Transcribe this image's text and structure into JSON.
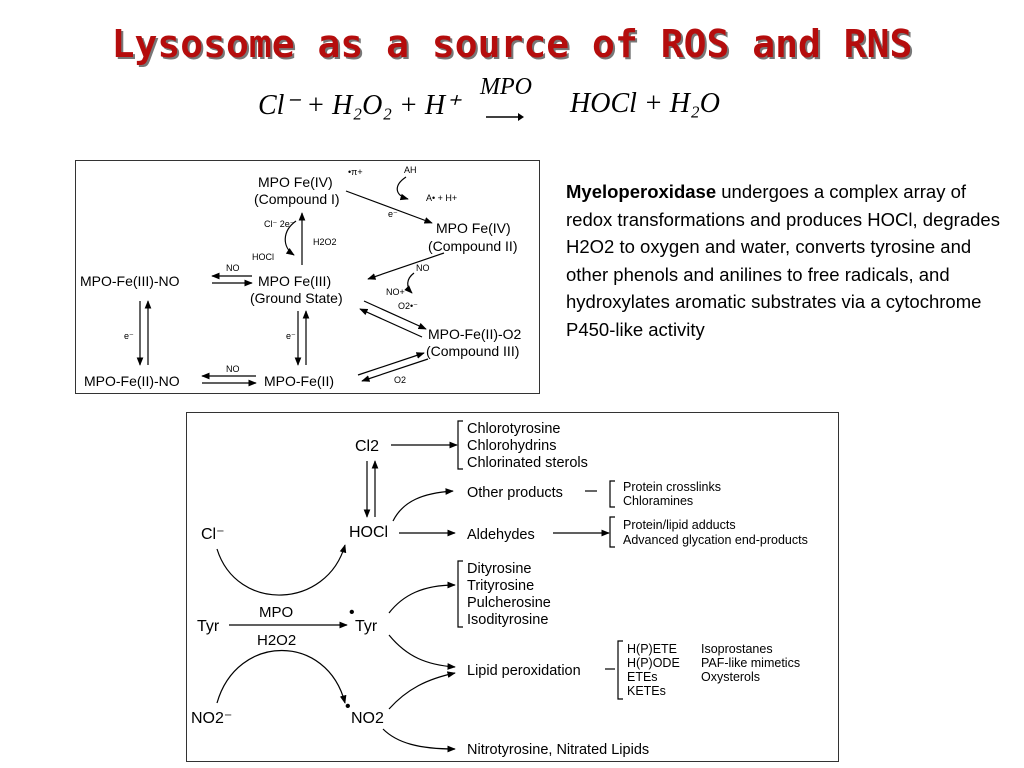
{
  "title": "Lysosome as a source of ROS and RNS",
  "equation": {
    "left": "Cl⁻ + H₂O₂ + H⁺",
    "catalyst": "MPO",
    "right": "HOCl + H₂O"
  },
  "description": {
    "bold_term": "Myeloperoxidase",
    "text": "undergoes a complex array of redox transformations and produces HOCl, degrades H2O2 to oxygen and water, converts tyrosine and other phenols and anilines to free radicals, and hydroxylates aromatic substrates via a cytochrome P450-like activity"
  },
  "cycle": {
    "compound1": "MPO Fe(IV)",
    "compound1_sub": "(Compound I)",
    "compound2": "MPO Fe(IV)",
    "compound2_sub": "(Compound II)",
    "ground": "MPO Fe(III)",
    "ground_sub": "(Ground State)",
    "fe3no": "MPO-Fe(III)-NO",
    "fe2no": "MPO-Fe(II)-NO",
    "fe2": "MPO-Fe(II)",
    "fe2o2": "MPO-Fe(II)-O2",
    "compound3_sub": "(Compound III)",
    "label_pi": "•π+",
    "label_ah": "AH",
    "label_a": "A• + H+",
    "label_e": "e⁻",
    "label_cl": "Cl⁻ 2e⁻",
    "label_hocl": "HOCl",
    "label_h2o2": "H2O2",
    "label_no": "NO",
    "label_noplus": "NO+",
    "label_o2minus": "O2•⁻",
    "label_o2": "O2"
  },
  "reactions": {
    "cl2": "Cl2",
    "cl_minus": "Cl⁻",
    "hocl": "HOCl",
    "tyr": "Tyr",
    "tyr_radical": "Tyr",
    "mpo": "MPO",
    "h2o2": "H2O2",
    "no2minus": "NO2⁻",
    "no2radical": "NO2",
    "chlorinated": [
      "Chlorotyrosine",
      "Chlorohydrins",
      "Chlorinated sterols"
    ],
    "other_products": "Other products",
    "other_list": [
      "Protein crosslinks",
      "Chloramines"
    ],
    "aldehydes": "Aldehydes",
    "aldehyde_list": [
      "Protein/lipid adducts",
      "Advanced glycation end-products"
    ],
    "tyr_products": [
      "Dityrosine",
      "Trityrosine",
      "Pulcherosine",
      "Isodityrosine"
    ],
    "lipid_peroxidation": "Lipid peroxidation",
    "lipid_list_left": [
      "H(P)ETE",
      "H(P)ODE",
      "ETEs",
      "KETEs"
    ],
    "lipid_list_right": [
      "Isoprostanes",
      "PAF-like mimetics",
      "Oxysterols"
    ],
    "nitrotyrosine": "Nitrotyrosine, Nitrated Lipids"
  }
}
